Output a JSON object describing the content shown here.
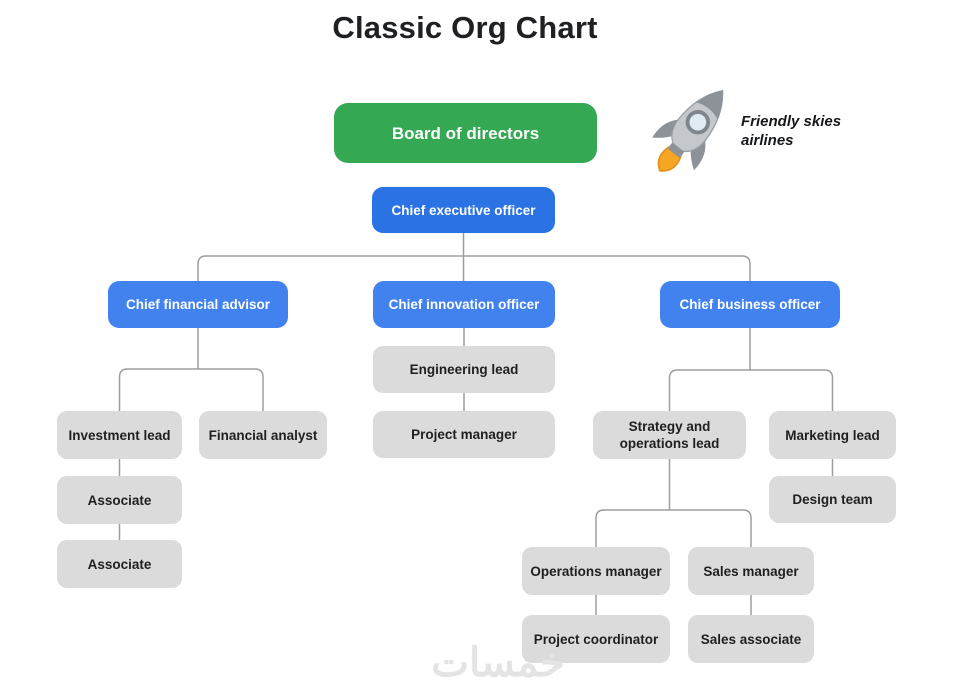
{
  "title": "Classic Org Chart",
  "logo": {
    "line1": "Friendly skies",
    "line2": "airlines",
    "icon": "rocket-icon"
  },
  "watermark": "خمسات",
  "colors": {
    "board_green": "#34A853",
    "ceo_blue": "#2B73E4",
    "chief_blue": "#4182EF",
    "gray_box": "#DBDBDB",
    "connector_line": "#9D9D9D",
    "title_text": "#1f2023",
    "box_text_dark": "#1f1f1f",
    "box_text_light": "#ffffff",
    "rocket_body": "#C4C8CC",
    "rocket_fins": "#8D9298",
    "rocket_window": "#DFEAF2",
    "rocket_flame": "#F6A623",
    "watermark_gray": "#e4e4e4"
  },
  "nodes": {
    "board": "Board of directors",
    "ceo": "Chief executive officer",
    "cfa": "Chief financial advisor",
    "cio": "Chief innovation officer",
    "cbo": "Chief business officer",
    "eng": "Engineering lead",
    "pm": "Project manager",
    "inv": "Investment lead",
    "fin": "Financial analyst",
    "assoc1": "Associate",
    "assoc2": "Associate",
    "strat": "Strategy and operations lead",
    "mkt": "Marketing lead",
    "design": "Design team",
    "ops": "Operations manager",
    "salesm": "Sales manager",
    "pc": "Project coordinator",
    "salesa": "Sales associate"
  },
  "hierarchy": {
    "Board of directors": {
      "Chief executive officer": {
        "Chief financial advisor": {
          "Investment lead": {
            "Associate": {
              "Associate": {}
            }
          },
          "Financial analyst": {}
        },
        "Chief innovation officer": {
          "Engineering lead": {
            "Project manager": {}
          }
        },
        "Chief business officer": {
          "Strategy and operations lead": {
            "Operations manager": {
              "Project coordinator": {}
            },
            "Sales manager": {
              "Sales associate": {}
            }
          },
          "Marketing lead": {
            "Design team": {}
          }
        }
      }
    }
  }
}
